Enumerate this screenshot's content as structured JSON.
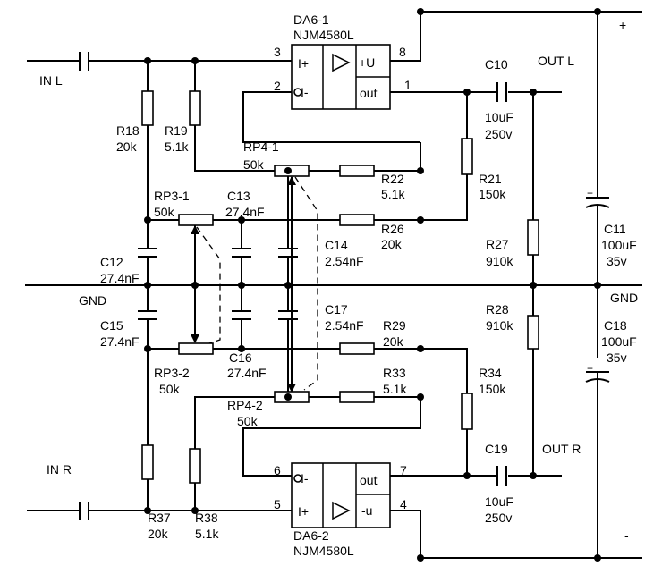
{
  "opamps": {
    "top": {
      "ref": "DA6-1",
      "part": "NJM4580L",
      "in_plus": "I+",
      "in_minus": "I-",
      "supply": "+U",
      "out": "out",
      "pin3": "3",
      "pin2": "2",
      "pin8": "8",
      "pin1": "1"
    },
    "bottom": {
      "ref": "DA6-2",
      "part": "NJM4580L",
      "in_plus": "I+",
      "in_minus": "I-",
      "supply": "-u",
      "out": "out",
      "pin6": "6",
      "pin5": "5",
      "pin7": "7",
      "pin4": "4"
    }
  },
  "labels": {
    "in_l": "IN L",
    "in_r": "IN R",
    "out_l": "OUT L",
    "out_r": "OUT R",
    "gnd_left": "GND",
    "gnd_right": "GND",
    "plus": "+",
    "minus": "-"
  },
  "components": {
    "R18": {
      "ref": "R18",
      "value": "20k"
    },
    "R19": {
      "ref": "R19",
      "value": "5.1k"
    },
    "RP4_1": {
      "ref": "RP4-1",
      "value": "50k"
    },
    "R22": {
      "ref": "R22",
      "value": "5.1k"
    },
    "R21": {
      "ref": "R21",
      "value": "150k"
    },
    "C10": {
      "ref": "C10",
      "value": "10uF",
      "voltage": "250v"
    },
    "RP3_1": {
      "ref": "RP3-1",
      "value": "50k"
    },
    "C13": {
      "ref": "C13",
      "value": "27.4nF"
    },
    "R26": {
      "ref": "R26",
      "value": "20k"
    },
    "C14": {
      "ref": "C14",
      "value": "2.54nF"
    },
    "C12": {
      "ref": "C12",
      "value": "27.4nF"
    },
    "R27": {
      "ref": "R27",
      "value": "910k"
    },
    "C11": {
      "ref": "C11",
      "value": "100uF",
      "voltage": "35v"
    },
    "C15": {
      "ref": "C15",
      "value": "27.4nF"
    },
    "C17": {
      "ref": "C17",
      "value": "2.54nF"
    },
    "R29": {
      "ref": "R29",
      "value": "20k"
    },
    "R28": {
      "ref": "R28",
      "value": "910k"
    },
    "C18": {
      "ref": "C18",
      "value": "100uF",
      "voltage": "35v"
    },
    "RP3_2": {
      "ref": "RP3-2",
      "value": "50k"
    },
    "C16": {
      "ref": "C16",
      "value": "27.4nF"
    },
    "R33": {
      "ref": "R33",
      "value": "5.1k"
    },
    "R34": {
      "ref": "R34",
      "value": "150k"
    },
    "RP4_2": {
      "ref": "RP4-2",
      "value": "50k"
    },
    "C19": {
      "ref": "C19",
      "value": "10uF",
      "voltage": "250v"
    },
    "R37": {
      "ref": "R37",
      "value": "20k"
    },
    "R38": {
      "ref": "R38",
      "value": "5.1k"
    }
  }
}
